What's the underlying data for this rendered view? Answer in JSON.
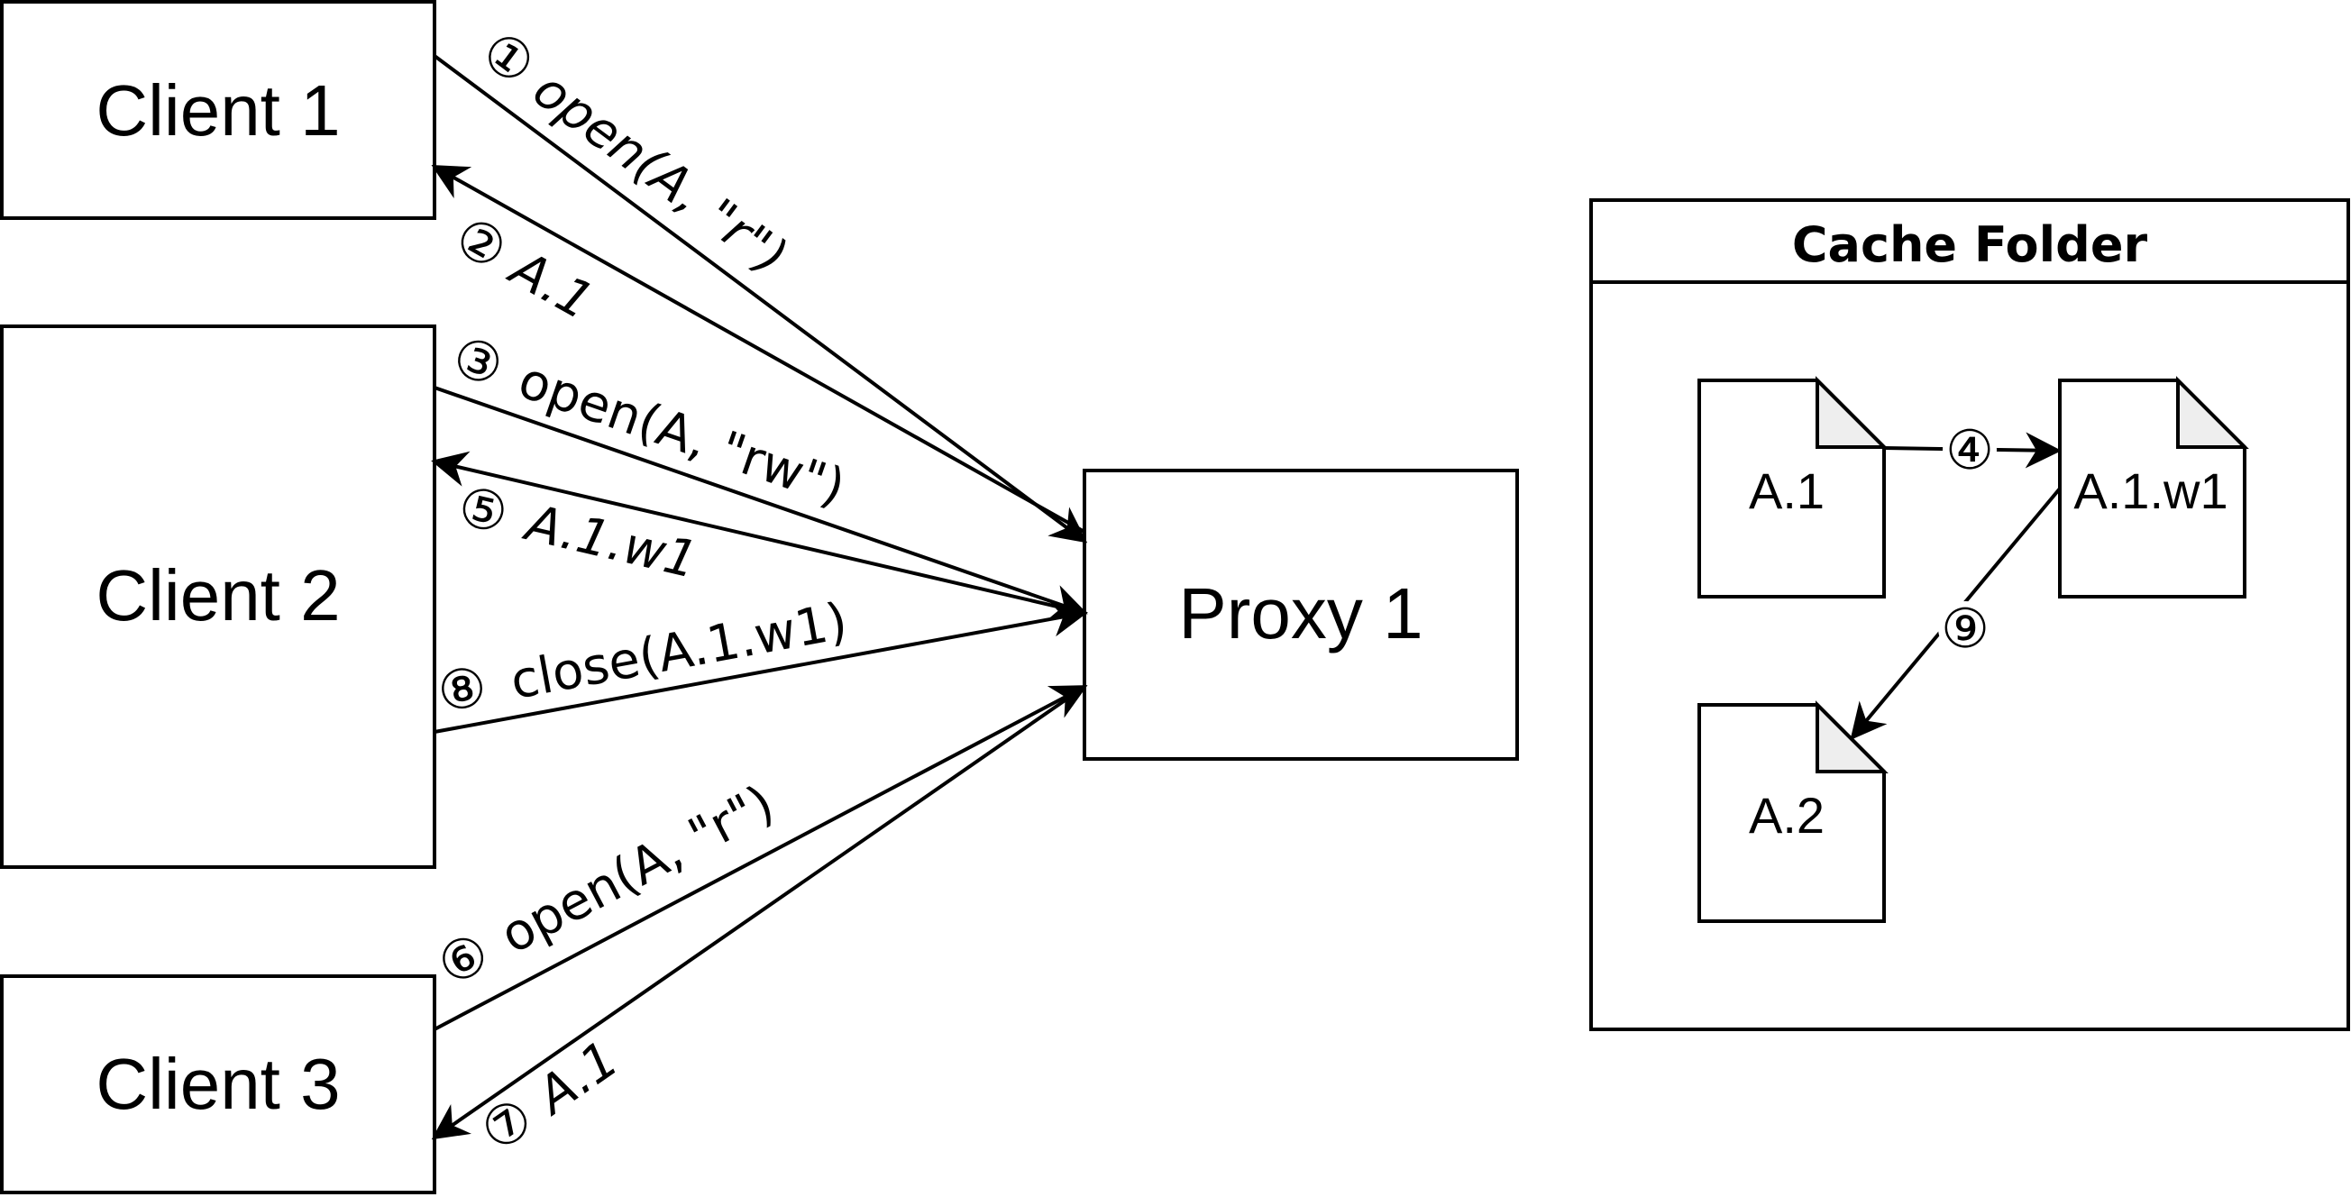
{
  "nodes": {
    "client1": "Client 1",
    "client2": "Client 2",
    "client3": "Client 3",
    "proxy1": "Proxy 1"
  },
  "cache_folder": {
    "title": "Cache Folder",
    "files": [
      "A.1",
      "A.1.w1",
      "A.2"
    ]
  },
  "messages": [
    {
      "num": "①",
      "text": "open(A, \"r\")"
    },
    {
      "num": "②",
      "text": "A.1"
    },
    {
      "num": "③",
      "text": "open(A, \"rw\")"
    },
    {
      "num": "⑤",
      "text": "A.1.w1"
    },
    {
      "num": "⑧",
      "text": "close(A.1.w1)"
    },
    {
      "num": "⑥",
      "text": "open(A, \"r\")"
    },
    {
      "num": "⑦",
      "text": "A.1"
    }
  ],
  "cache_steps": [
    {
      "num": "④"
    },
    {
      "num": "⑨"
    }
  ]
}
